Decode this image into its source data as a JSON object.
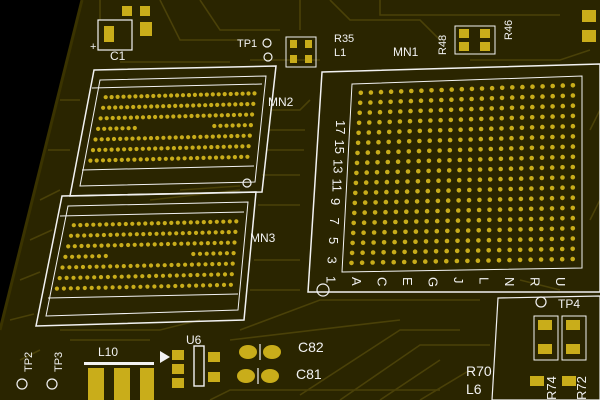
{
  "scene": "pcb-board-render",
  "colors": {
    "background": "#000000",
    "board": "#2a2500",
    "trace": "#4a4108",
    "pad": "#c9ad1a",
    "silkscreen": "#f2f2f2"
  },
  "labels": {
    "c1": "C1",
    "plus": "+",
    "tp1": "TP1",
    "r35": "R35",
    "l1": "L1",
    "mn1": "MN1",
    "r48": "R48",
    "r46": "R46",
    "mn2": "MN2",
    "mn3": "MN3",
    "tp2": "TP2",
    "tp3": "TP3",
    "l10": "L10",
    "u6": "U6",
    "c82": "C82",
    "c81": "C81",
    "r70": "R70",
    "l6": "L6",
    "r74": "R74",
    "r72": "R72",
    "tp4": "TP4"
  },
  "bga_rows": [
    "17",
    "15",
    "13",
    "11",
    "9",
    "7",
    "5",
    "3",
    "1"
  ],
  "bga_cols": [
    "A",
    "C",
    "E",
    "G",
    "J",
    "L",
    "N",
    "R",
    "U"
  ]
}
